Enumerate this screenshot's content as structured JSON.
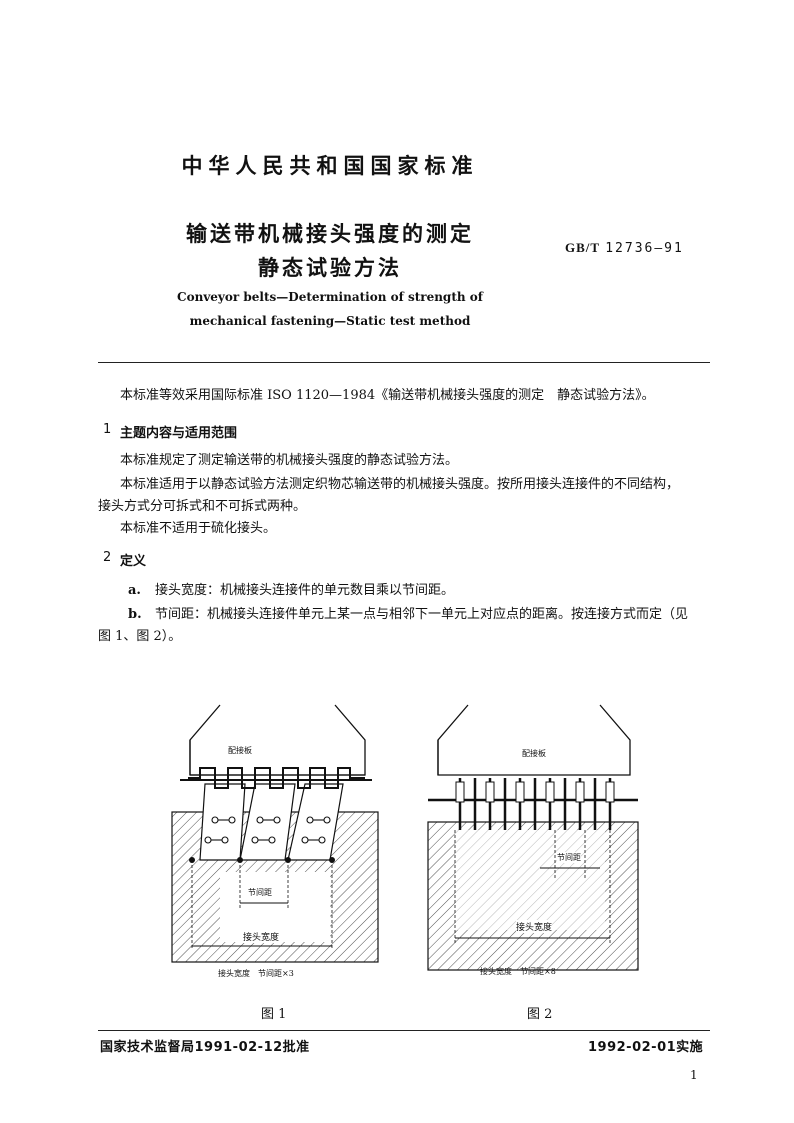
{
  "header": {
    "org": "中华人民共和国国家标准",
    "title_line1": "输送带机械接头强度的测定",
    "title_line2": "静态试验方法",
    "std_prefix": "GB/T",
    "std_number": "12736—91",
    "en_line1": "Conveyor belts—Determination of strength of",
    "en_line2": "mechanical fastening—Static test method"
  },
  "intro": "本标准等效采用国际标准 ISO 1120—1984《输送带机械接头强度的测定　静态试验方法》。",
  "section1": {
    "num": "1",
    "title": "主题内容与适用范围",
    "p1": "本标准规定了测定输送带的机械接头强度的静态试验方法。",
    "p2a": "本标准适用于以静态试验方法测定织物芯输送带的机械接头强度。按所用接头连接件的不同结构，",
    "p2b": "接头方式分可拆式和不可拆式两种。",
    "p3": "本标准不适用于硫化接头。"
  },
  "section2": {
    "num": "2",
    "title": "定义",
    "a_label": "a.",
    "a_text": "接头宽度：机械接头连接件的单元数目乘以节间距。",
    "b_label": "b.",
    "b_text_a": "节间距：机械接头连接件单元上某一点与相邻下一单元上对应点的距离。按连接方式而定（见",
    "b_text_b": "图 1、图 2）。"
  },
  "figure1": {
    "plate_label": "配接板",
    "pitch_label": "节间距",
    "width_label": "接头宽度",
    "formula": "接头宽度　节间距×3",
    "caption": "图 1"
  },
  "figure2": {
    "plate_label": "配接板",
    "pitch_label": "节间距",
    "width_label": "接头宽度",
    "formula": "接头宽度　节间距×8",
    "caption": "图 2"
  },
  "footer": {
    "approval": "国家技术监督局1991-02-12批准",
    "effective": "1992-02-01实施",
    "page_number": "1"
  }
}
